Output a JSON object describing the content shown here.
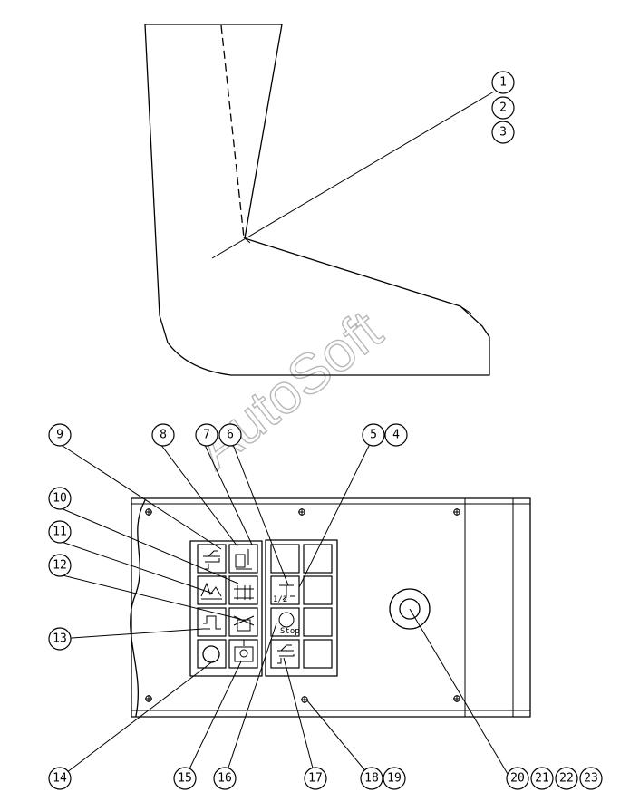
{
  "watermark": "AutoSoft",
  "balloons": [
    "1",
    "2",
    "3",
    "4",
    "5",
    "6",
    "7",
    "8",
    "9",
    "10",
    "11",
    "12",
    "13",
    "14",
    "15",
    "16",
    "17",
    "18",
    "19",
    "20",
    "21",
    "22",
    "23"
  ],
  "key_labels": {
    "half": "1/2",
    "stop": "Stop"
  }
}
